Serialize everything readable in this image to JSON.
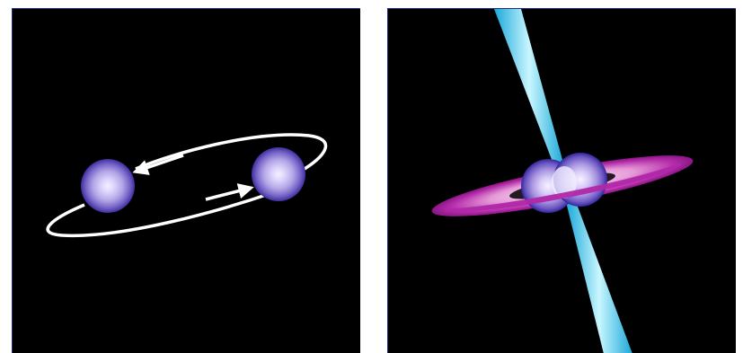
{
  "colors": {
    "page_background": "#ffffff",
    "panel_background": "#000000",
    "panel_border": "#1c2a8c",
    "star_core": "#f4f1ff",
    "star_mid": "#b3a5e6",
    "star_edge": "#4a3aa8",
    "orbit_path": "#ffffff",
    "accretion_disk": "#b027a8",
    "accretion_disk_inner": "#ffd9f5",
    "jet": "#33d0f0",
    "jet_highlight": "#c9f6ff"
  },
  "panels": [
    {
      "id": "binary-orbit",
      "elements": [
        "star",
        "star",
        "orbit-ellipse",
        "arrow",
        "arrow"
      ]
    },
    {
      "id": "merger-with-disk-and-jets",
      "elements": [
        "merged-stars",
        "accretion-disk",
        "jet",
        "jet"
      ]
    }
  ]
}
